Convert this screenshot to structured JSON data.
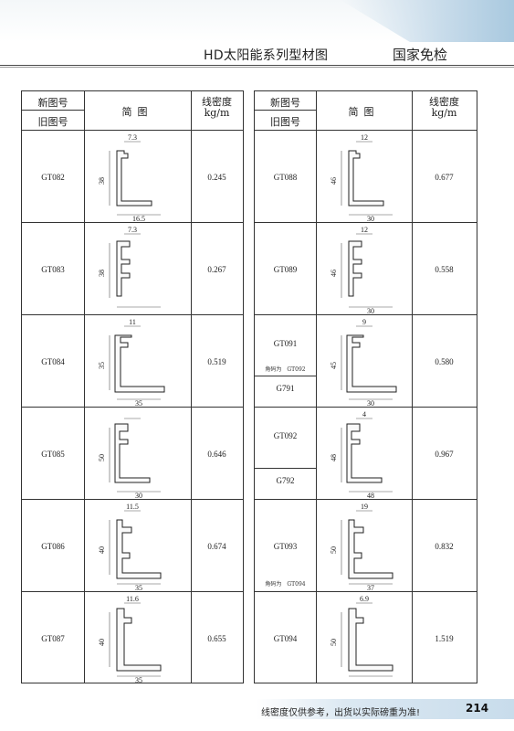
{
  "header": {
    "title": "HD太阳能系列型材图",
    "tag": "国家免检"
  },
  "table_headers": {
    "new_code": "新图号",
    "old_code": "旧图号",
    "drawing": "简图",
    "density_line1": "线密度",
    "density_line2": "kg/m"
  },
  "left_rows": [
    {
      "code": "GT082",
      "density": "0.245",
      "dims": {
        "top": "7.3",
        "side": "38",
        "bottom": "16.5"
      }
    },
    {
      "code": "GT083",
      "density": "0.267",
      "dims": {
        "top": "7.3",
        "side": "38",
        "bottom": ""
      }
    },
    {
      "code": "GT084",
      "density": "0.519",
      "dims": {
        "top": "11",
        "side": "35",
        "bottom": "35"
      }
    },
    {
      "code": "GT085",
      "density": "0.646",
      "dims": {
        "top": "",
        "side": "50",
        "bottom": "30"
      }
    },
    {
      "code": "GT086",
      "density": "0.674",
      "dims": {
        "top": "11.5",
        "side": "40",
        "bottom": "35"
      }
    },
    {
      "code": "GT087",
      "density": "0.655",
      "dims": {
        "top": "11.6",
        "side": "40",
        "bottom": "35"
      }
    }
  ],
  "right_rows": [
    {
      "code": "GT088",
      "density": "0.677",
      "old": "",
      "note": "",
      "dims": {
        "top": "12",
        "side": "46",
        "bottom": "30"
      }
    },
    {
      "code": "GT089",
      "density": "0.558",
      "old": "",
      "note": "",
      "dims": {
        "top": "12",
        "side": "46",
        "bottom": "30"
      }
    },
    {
      "code": "GT091",
      "density": "0.580",
      "old": "G791",
      "note": "角码为　GT092",
      "dims": {
        "top": "9",
        "side": "45",
        "bottom": "30"
      }
    },
    {
      "code": "GT092",
      "density": "0.967",
      "old": "G792",
      "note": "",
      "dims": {
        "top": "4",
        "side": "48",
        "bottom": "48"
      }
    },
    {
      "code": "GT093",
      "density": "0.832",
      "old": "",
      "note": "角码为　GT094",
      "dims": {
        "top": "19",
        "side": "50",
        "bottom": "37"
      }
    },
    {
      "code": "GT094",
      "density": "1.519",
      "old": "",
      "note": "",
      "dims": {
        "top": "6.9",
        "side": "50",
        "bottom": ""
      }
    }
  ],
  "footer": {
    "note": "线密度仅供参考，出货以实际磅重为准!",
    "page": "214"
  }
}
